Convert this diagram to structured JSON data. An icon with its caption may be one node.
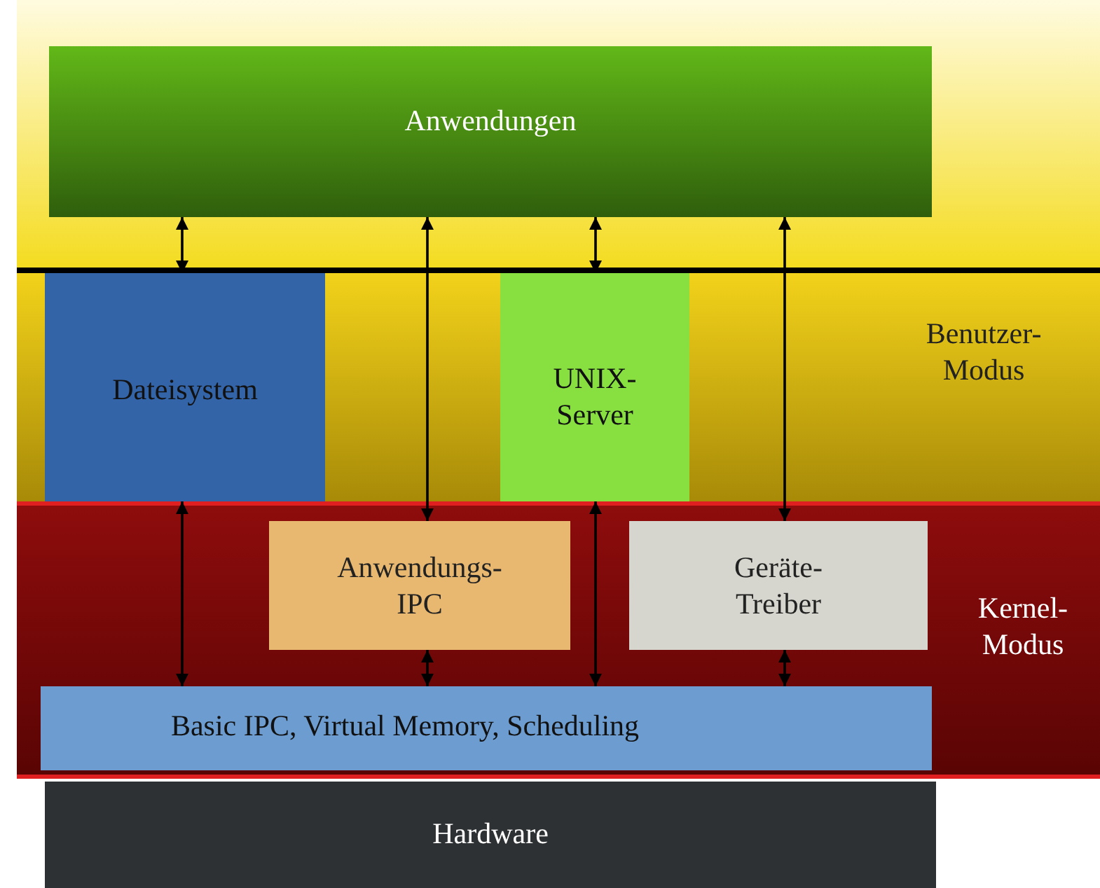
{
  "diagram": {
    "nodes": [
      {
        "text": [
          "Anwendungen"
        ]
      },
      {
        "text": [
          "Benutzer- Modus"
        ]
      },
      {
        "text": [
          "Dateisystem"
        ],
        "in": 1
      },
      {
        "text": [
          "UNIX- Server"
        ],
        "in": 1
      },
      {
        "text": [
          "Kernel- Modus"
        ]
      },
      {
        "text": [
          "Anwendungs- IPC"
        ],
        "in": 4
      },
      {
        "text": [
          "Geräte- Treiber"
        ],
        "in": 4
      },
      {
        "text": [
          "Basic IPC, Virtual Memory, Scheduling"
        ],
        "in": 4
      },
      {
        "text": [
          "Hardware"
        ]
      }
    ],
    "edges": [
      {
        "from": 0,
        "to": 2,
        "arrow": "both"
      },
      {
        "from": 0,
        "to": 5,
        "arrow": "both"
      },
      {
        "from": 0,
        "to": 3,
        "arrow": "both"
      },
      {
        "from": 0,
        "to": 6,
        "arrow": "both"
      },
      {
        "from": 2,
        "to": 7,
        "arrow": "both"
      },
      {
        "from": 5,
        "to": 7,
        "arrow": "both"
      },
      {
        "from": 3,
        "to": 7,
        "arrow": "both"
      },
      {
        "from": 6,
        "to": 7,
        "arrow": "both"
      }
    ]
  }
}
